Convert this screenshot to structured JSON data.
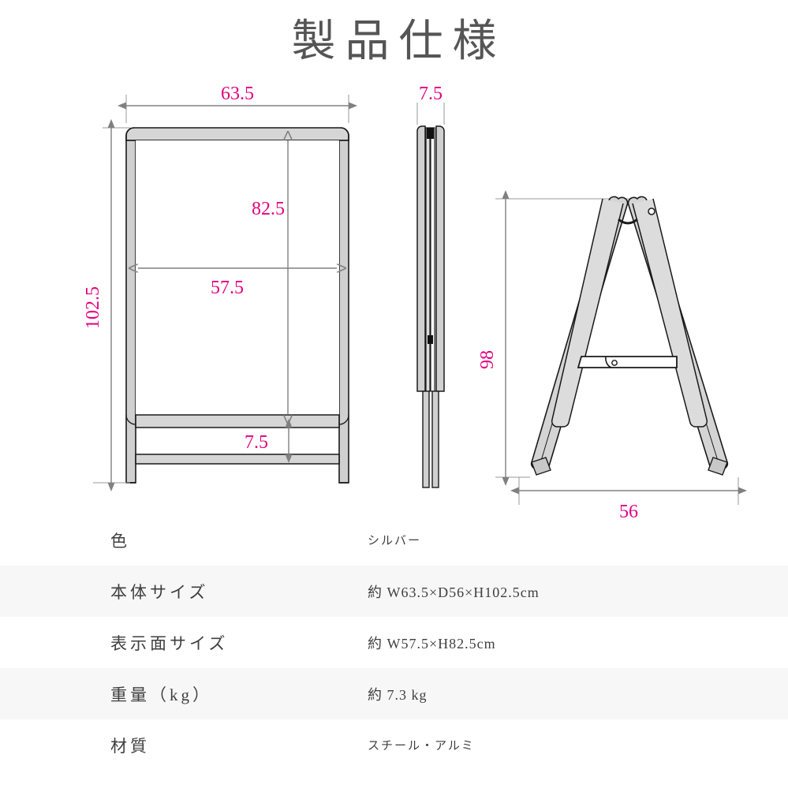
{
  "page": {
    "title": "製品仕様"
  },
  "colors": {
    "dimension_text": "#e4007f",
    "dimension_line": "#808080",
    "outline": "#1a1a1a",
    "metal_fill": "#d0d0d0",
    "metal_fill_light": "#dcdcdc",
    "panel_fill": "#ffffff",
    "table_shade": "#f7f7f7",
    "text": "#3f3f3f",
    "title_text": "#555555"
  },
  "diagram": {
    "views": [
      {
        "id": "front-view",
        "name": "front-elevation"
      },
      {
        "id": "side-folded-view",
        "name": "folded-thickness"
      },
      {
        "id": "side-view",
        "name": "a-frame-side-elevation"
      }
    ],
    "dimensions": {
      "front_outer_width": "63.5",
      "front_outer_height": "102.5",
      "panel_height": "82.5",
      "panel_width": "57.5",
      "bottom_gap": "7.5",
      "folded_thickness": "7.5",
      "side_height": "98",
      "side_spread": "56"
    }
  },
  "spec_table": {
    "rows": [
      {
        "label": "色",
        "value": "シルバー",
        "shaded": false,
        "small": true
      },
      {
        "label": "本体サイズ",
        "value": "約 W63.5×D56×H102.5cm",
        "shaded": true,
        "small": false
      },
      {
        "label": "表示面サイズ",
        "value": "約 W57.5×H82.5cm",
        "shaded": false,
        "small": false
      },
      {
        "label": "重量（kg）",
        "value": "約 7.3 kg",
        "shaded": true,
        "small": false
      },
      {
        "label": "材質",
        "value": "スチール・アルミ",
        "shaded": false,
        "small": true
      }
    ]
  }
}
